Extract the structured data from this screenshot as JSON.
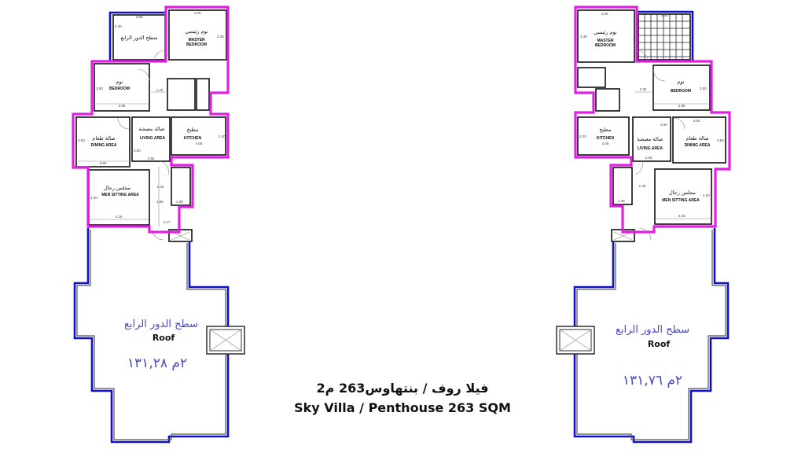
{
  "title": {
    "arabic": "فيلا روف / بنتهاوس263 م2",
    "english": "Sky Villa / Penthouse 263 SQM"
  },
  "colors": {
    "apartment_outline": "#e020e0",
    "roof_outline": "#1010c8",
    "handwriting": "#4a4ac0"
  },
  "left_plan": {
    "rooms": {
      "terrace_ar": "سطح الدور الرابع",
      "master_ar": "نوم رئيسي",
      "master_en_1": "MASTER",
      "master_en_2": "BEDROOM",
      "bedroom_ar": "نوم",
      "bedroom_en": "BEDROOM",
      "dining_ar": "صالة طعام",
      "dining_en": "DINING AREA",
      "living_ar": "صالة معيشة",
      "living_en": "LIVING AREA",
      "kitchen_ar": "مطبخ",
      "kitchen_en": "KITCHEN",
      "men_ar": "مجلس رجال",
      "men_en": "MEN SITTING AREA"
    },
    "dims": [
      "3.85",
      "3.30",
      "4.20",
      "3.35",
      "3.50",
      "3.85",
      "1.20",
      "3.60",
      "3.80",
      "3.60",
      "4.05",
      "2.20",
      "2.65",
      "1.30",
      "4.20",
      "4.15",
      "4.55",
      "1.35",
      "2.17"
    ],
    "roof": {
      "label_ar": "سطح الدور الرابع",
      "label_en": "Roof",
      "area": "٢م ١٣١,٢٨"
    }
  },
  "right_plan": {
    "rooms": {
      "master_ar": "نوم رئيسي",
      "master_en_1": "MASTER",
      "master_en_2": "BEDROOM",
      "bedroom_ar": "نوم",
      "bedroom_en": "BEDROOM",
      "kitchen_ar": "مطبخ",
      "kitchen_en": "KITCHEN",
      "living_ar": "صالة معيشة",
      "living_en": "LIVING AREA",
      "dining_ar": "صالة طعام",
      "dining_en": "DINING AREA",
      "men_ar": "مجلس رجال",
      "men_en": "MEN SITTING AREA"
    },
    "dims": [
      "4.00",
      "3.35",
      "3.85",
      "1.20",
      "3.50",
      "3.85",
      "3.60",
      "2.20",
      "4.05",
      "3.60",
      "2.65",
      "3.60",
      "1.30",
      "4.00",
      "4.15",
      "1.35"
    ],
    "roof": {
      "label_ar": "سطح الدور الرابع",
      "label_en": "Roof",
      "area": "٢م ١٣١,٧٦"
    }
  }
}
